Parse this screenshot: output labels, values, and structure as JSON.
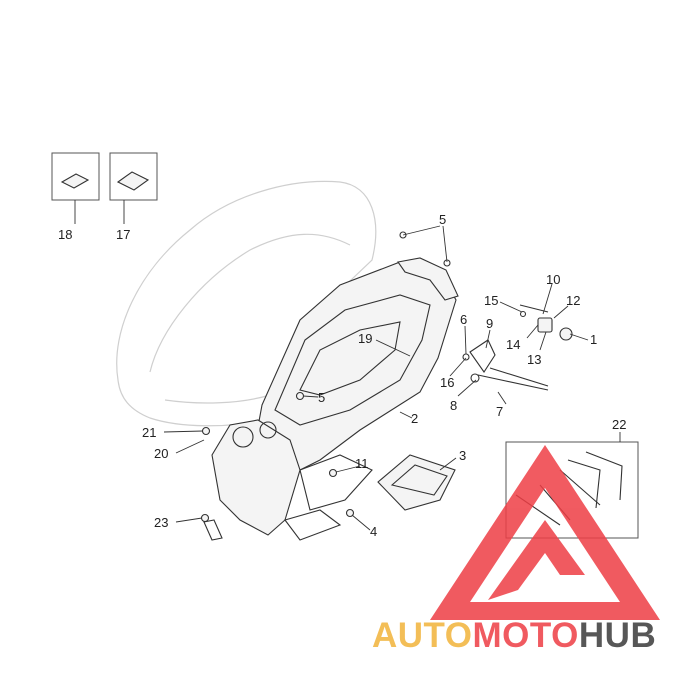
{
  "callouts": {
    "c1": "1",
    "c2": "2",
    "c3": "3",
    "c4": "4",
    "c5a": "5",
    "c5b": "5",
    "c6": "6",
    "c7": "7",
    "c8": "8",
    "c9": "9",
    "c10": "10",
    "c11": "11",
    "c12": "12",
    "c13": "13",
    "c14": "14",
    "c15": "15",
    "c16": "16",
    "c17": "17",
    "c18": "18",
    "c19": "19",
    "c20": "20",
    "c21": "21",
    "c22": "22",
    "c23": "23"
  },
  "watermark": {
    "part1": "AUTO",
    "part2": "MOTO",
    "part3": "HUB",
    "colors": {
      "orange": "#f2b33a",
      "red": "#ee3e45",
      "dark": "#3a3a3a"
    }
  }
}
